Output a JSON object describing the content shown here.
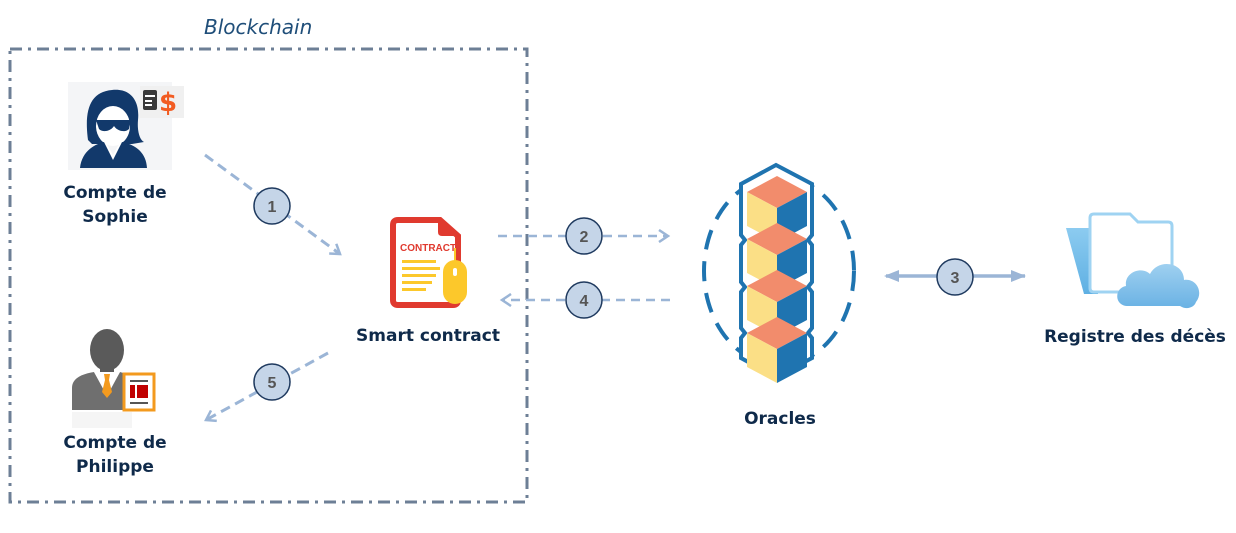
{
  "diagram": {
    "group_title": "Blockchain",
    "nodes": {
      "sophie": {
        "label_line1": "Compte de",
        "label_line2": "Sophie",
        "icon": "woman-account-with-money-icon"
      },
      "smart_contract": {
        "label": "Smart contract",
        "icon_text": "CONTRACT",
        "icon": "contract-document-icon"
      },
      "philippe": {
        "label_line1": "Compte de",
        "label_line2": "Philippe",
        "icon": "man-account-icon"
      },
      "oracles": {
        "label": "Oracles",
        "icon": "stacked-blocks-icon"
      },
      "registre": {
        "label": "Registre des décès",
        "icon": "cloud-folder-icon"
      }
    },
    "steps": [
      {
        "number": "1",
        "from": "Compte de Sophie",
        "to": "Smart contract",
        "style": "dashed"
      },
      {
        "number": "2",
        "from": "Smart contract",
        "to": "Oracles",
        "style": "dashed"
      },
      {
        "number": "3",
        "from": "Oracles",
        "to": "Registre des décès",
        "style": "solid-bidirectional"
      },
      {
        "number": "4",
        "from": "Oracles",
        "to": "Smart contract",
        "style": "dashed"
      },
      {
        "number": "5",
        "from": "Smart contract",
        "to": "Compte de Philippe",
        "style": "dashed"
      }
    ],
    "colors": {
      "label_text": "#0f2a4a",
      "group_border": "#6d7f96",
      "arrow": "#9bb5d6",
      "step_fill": "#c5d5e8",
      "step_stroke": "#1f3a5f",
      "oracle_blue": "#1f74b0",
      "cube_top": "#f28c6c",
      "cube_left": "#fbdf86",
      "contract_red": "#e03a2f",
      "contract_yellow": "#fcc82b"
    }
  }
}
